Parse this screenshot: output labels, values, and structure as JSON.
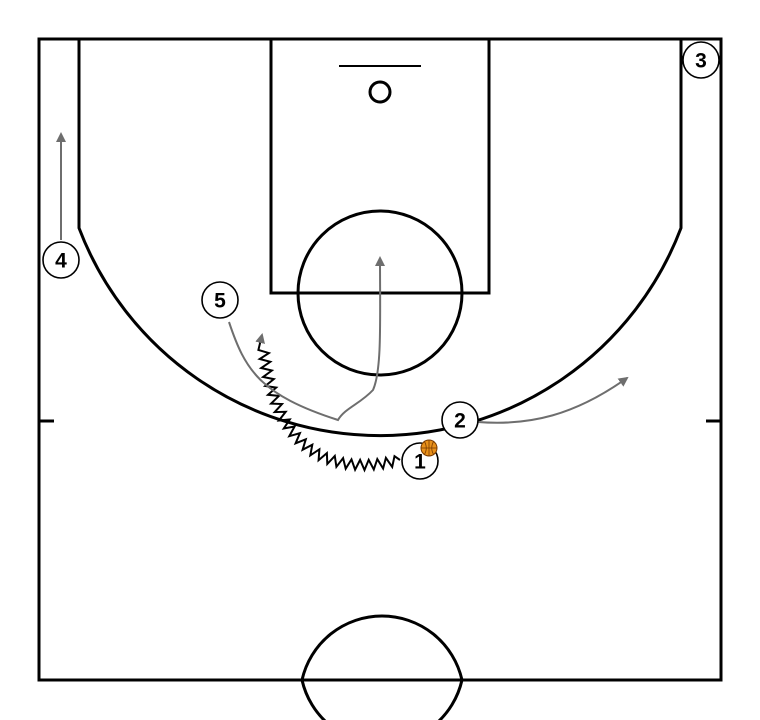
{
  "colors": {
    "court_line": "#000000",
    "movement": "#6e6e6e",
    "dribble": "#000000",
    "ball": "#e8901a",
    "ball_seams": "#7a3b00",
    "background": "#ffffff"
  },
  "players": [
    {
      "id": "p1",
      "label": "1",
      "has_ball": true
    },
    {
      "id": "p2",
      "label": "2",
      "has_ball": false
    },
    {
      "id": "p3",
      "label": "3",
      "has_ball": false
    },
    {
      "id": "p4",
      "label": "4",
      "has_ball": false
    },
    {
      "id": "p5",
      "label": "5",
      "has_ball": false
    }
  ],
  "actions": [
    {
      "id": "dribble-1",
      "player": "1",
      "type": "dribble"
    },
    {
      "id": "cut-2",
      "player": "2",
      "type": "cut"
    },
    {
      "id": "cut-4",
      "player": "4",
      "type": "cut"
    },
    {
      "id": "cut-5",
      "player": "5",
      "type": "cut"
    }
  ],
  "icons": {
    "ball": "basketball-icon",
    "arrow": "arrowhead-icon"
  }
}
